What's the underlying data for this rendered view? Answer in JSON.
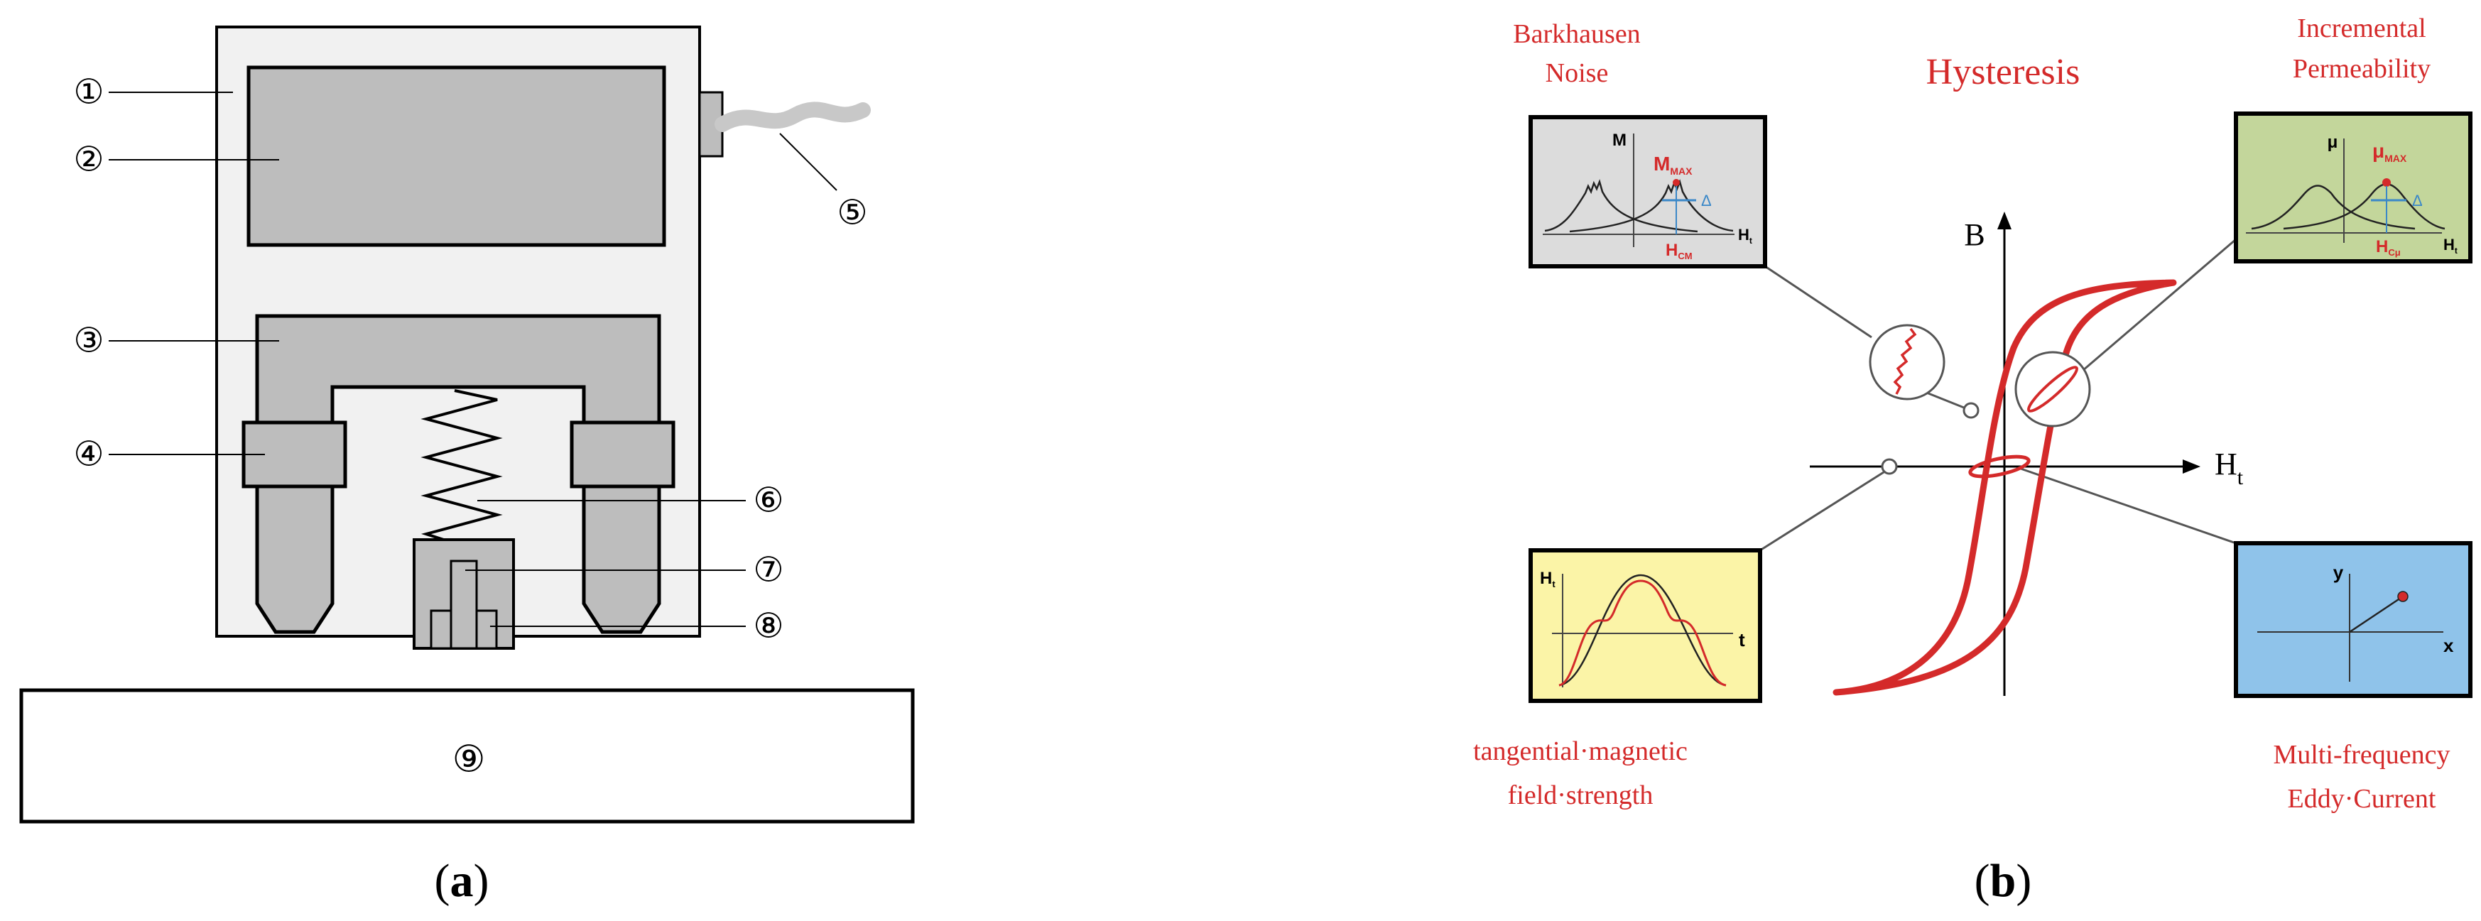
{
  "panel_a": {
    "caption_open": "(",
    "caption_letter": "a",
    "caption_close": ")",
    "callouts": [
      "①",
      "②",
      "③",
      "④",
      "⑤",
      "⑥",
      "⑦",
      "⑧",
      "⑨"
    ]
  },
  "panel_b": {
    "caption_open": "(",
    "caption_letter": "b",
    "caption_close": ")",
    "title": "Hysteresis",
    "axis_b": "B",
    "axis_h": "H",
    "axis_h_sub": "t",
    "labels": {
      "barkhausen": [
        "Barkhausen",
        "Noise"
      ],
      "incremental": [
        "Incremental",
        "Permeability"
      ],
      "tangential": [
        "tangential·magnetic",
        "field·strength"
      ],
      "eddy": [
        "Multi-frequency",
        "Eddy·Current"
      ]
    },
    "inset_barkhausen": {
      "y": "M",
      "peak": "M",
      "peak_sub": "MAX",
      "delta": "Δ",
      "coercive": "H",
      "coercive_sub": "CM",
      "x": "H",
      "x_sub": "t"
    },
    "inset_permeability": {
      "y": "μ",
      "peak": "μ",
      "peak_sub": "MAX",
      "delta": "Δ",
      "coercive": "H",
      "coercive_sub": "Cμ",
      "x": "H",
      "x_sub": "t"
    },
    "inset_tangential": {
      "y": "H",
      "y_sub": "t",
      "x": "t"
    },
    "inset_eddy": {
      "y": "y",
      "x": "x"
    }
  },
  "colors": {
    "red": "#d42a2a",
    "gray_fill": "#bdbdbd",
    "housing": "#f1f1f1",
    "panel_gray": "#dcdcdc",
    "panel_green": "#c3d69b",
    "panel_yellow": "#fbf4a7",
    "panel_blue": "#8fc3ea",
    "blue": "#3b88c8"
  }
}
